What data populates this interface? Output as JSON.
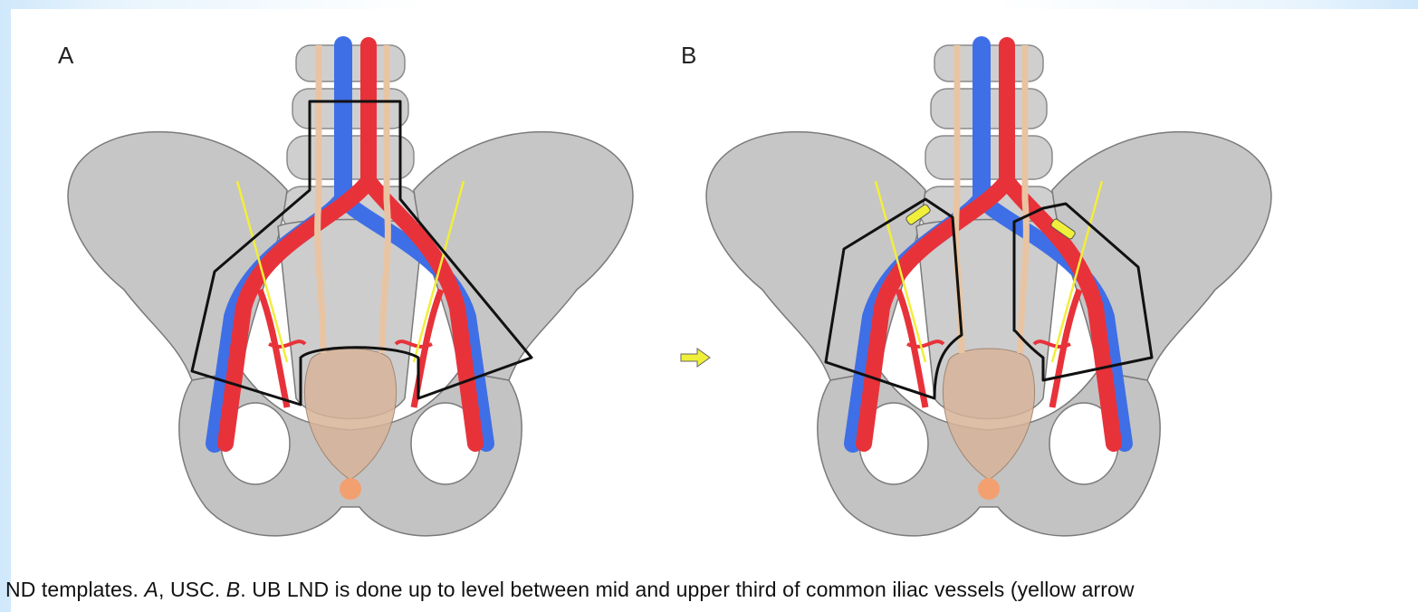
{
  "figure": {
    "panel_a_label": "A",
    "panel_b_label": "B"
  },
  "caption": {
    "lead": "ND templates. ",
    "a_italic": "A",
    "a_text": ", USC. ",
    "b_italic": "B",
    "rest": ". UB LND is done up to level between mid and upper third of common iliac vessels (yellow arrow"
  },
  "colors": {
    "bone": "#c9c9c9",
    "artery": "#e8323a",
    "vein": "#3f6fe6",
    "ureter": "#e9c4a2",
    "nerve": "#f2ee3a",
    "template_outline": "#111111",
    "bladder": "#d8b49a",
    "arrow": "#f0f03a"
  }
}
